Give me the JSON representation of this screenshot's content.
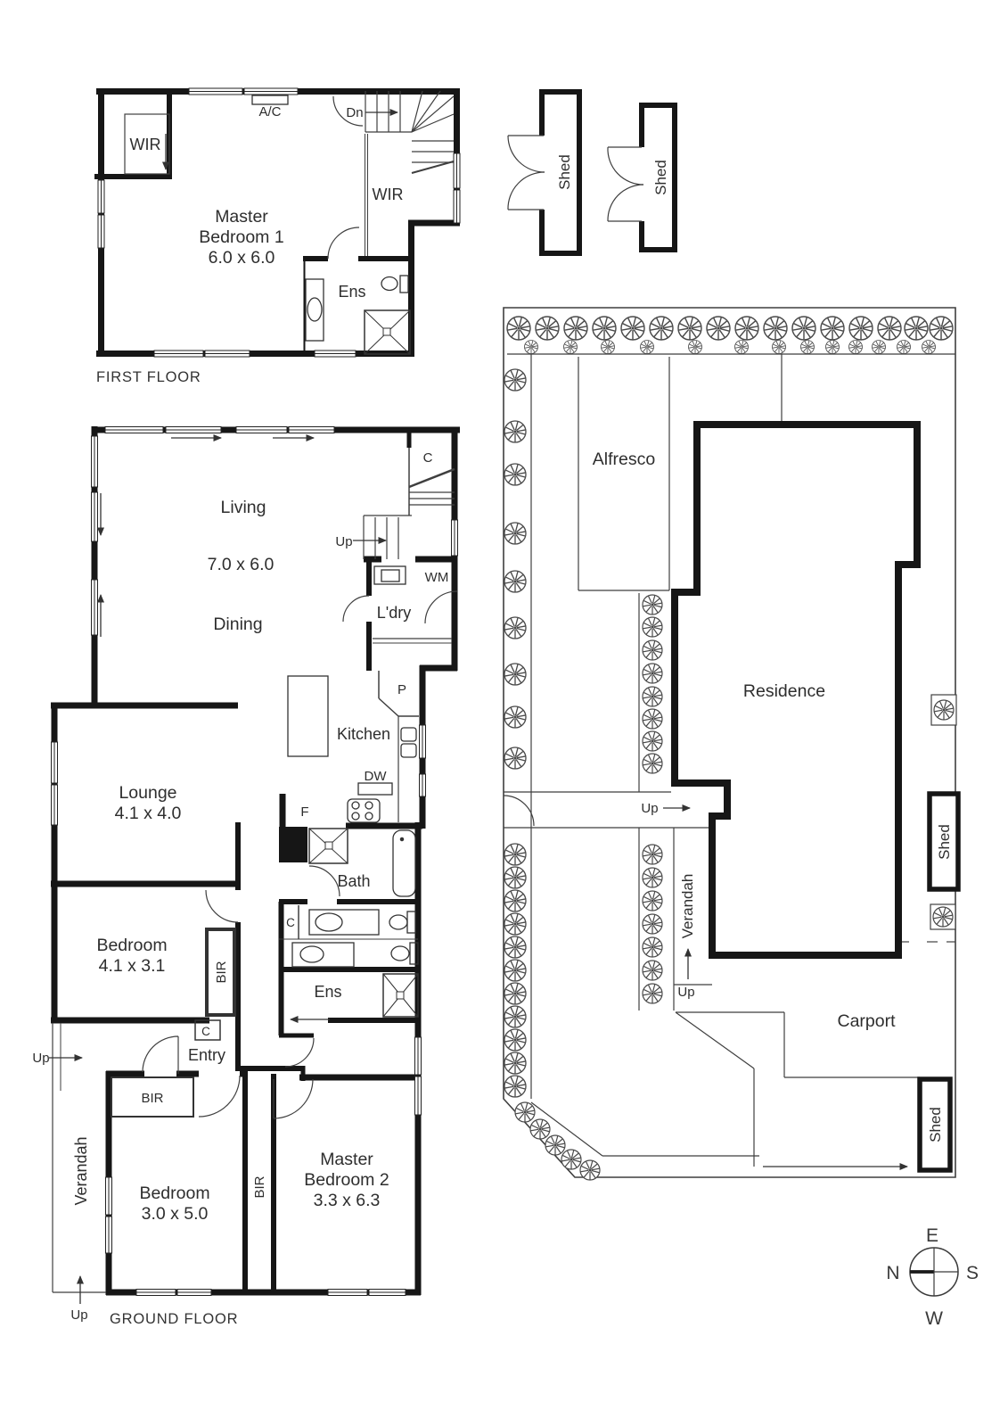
{
  "first_floor": {
    "caption": "FIRST FLOOR",
    "master_l1": "Master",
    "master_l2": "Bedroom 1",
    "master_dims": "6.0 x 6.0",
    "wir_left": "WIR",
    "wir_right": "WIR",
    "ens": "Ens",
    "ac": "A/C",
    "dn": "Dn"
  },
  "outbuildings": {
    "shed1": "Shed",
    "shed2": "Shed"
  },
  "ground_floor": {
    "caption": "GROUND FLOOR",
    "living": "Living",
    "living_dims": "7.0 x 6.0",
    "dining": "Dining",
    "up_stairs": "Up",
    "closet_top": "C",
    "wm": "WM",
    "ldry": "L'dry",
    "pantry": "P",
    "kitchen": "Kitchen",
    "dw": "DW",
    "fridge": "F",
    "lounge": "Lounge",
    "lounge_dims": "4.1 x 4.0",
    "bath": "Bath",
    "bedroom_mid": "Bedroom",
    "bedroom_mid_dims": "4.1 x 3.1",
    "bir_mid": "BIR",
    "closet_small": "C",
    "closet_hall": "C",
    "ens": "Ens",
    "entry": "Entry",
    "up_left": "Up",
    "bir_entry": "BIR",
    "verandah": "Verandah",
    "bedroom_bottom": "Bedroom",
    "bedroom_bottom_dims": "3.0 x 5.0",
    "bir_strip": "BIR",
    "master_l1": "Master",
    "master_l2": "Bedroom 2",
    "master_dims": "3.3 x 6.3",
    "up_bottom": "Up"
  },
  "site": {
    "alfresco": "Alfresco",
    "residence": "Residence",
    "verandah": "Verandah",
    "carport": "Carport",
    "shed_upper": "Shed",
    "shed_lower": "Shed",
    "up_walkway": "Up",
    "up_verandah": "Up"
  },
  "compass": {
    "e": "E",
    "s": "S",
    "w": "W",
    "n": "N"
  },
  "colors": {
    "wall": "#161616",
    "line": "#3f3f3f",
    "tree": "#4a4a4a",
    "text": "#2e2e2e"
  }
}
